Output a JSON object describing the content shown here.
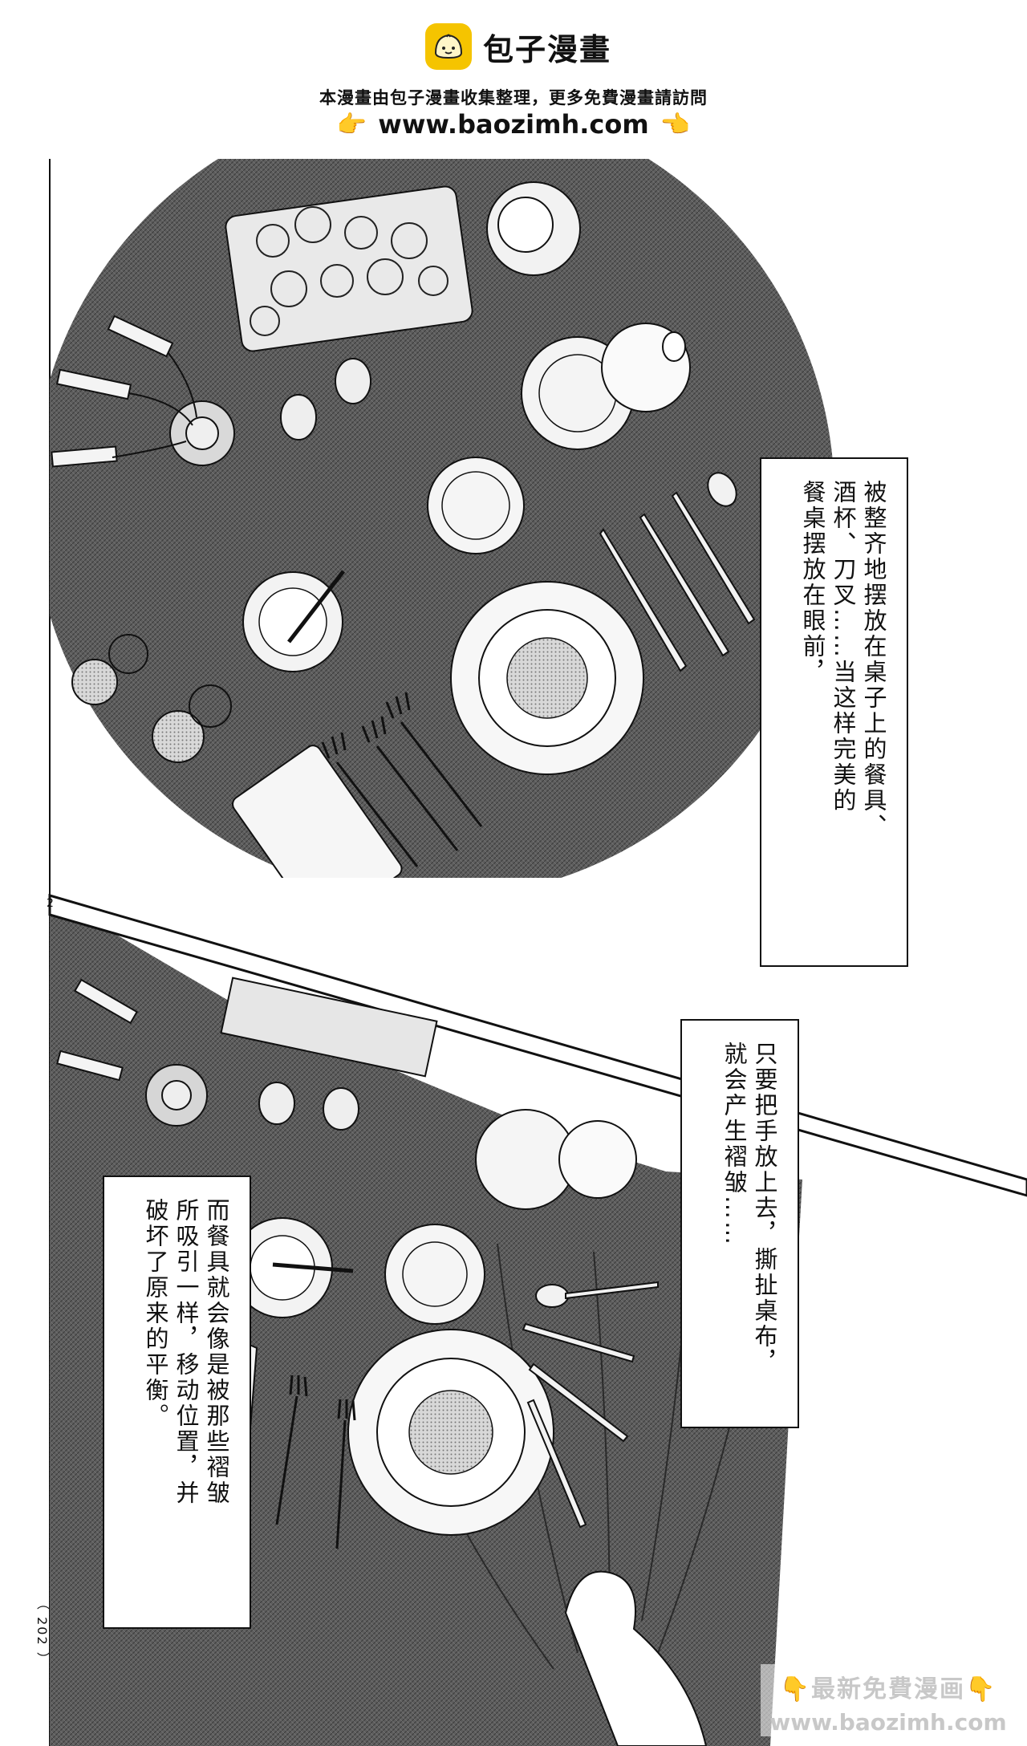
{
  "header": {
    "logo_title": "包子漫畫",
    "notice": "本漫畫由包子漫畫收集整理，更多免費漫畫請訪問",
    "url": "www.baozimh.com",
    "hand_left": "👉",
    "hand_right": "👈",
    "logo_icon": "bun-icon"
  },
  "captions": {
    "top": [
      "被整齐地摆放在桌子上的餐具、",
      "酒杯、刀叉……当这样完美的",
      "餐桌摆放在眼前，"
    ],
    "middle": [
      "只要把手放上去，撕扯桌布，",
      "就会产生褶皱……"
    ],
    "left": [
      "而餐具就会像是被那些褶皱",
      "所吸引一样，移动位置，并",
      "破坏了原来的平衡。"
    ]
  },
  "panel_number": "2",
  "page_number": "（ 202 ）",
  "watermark": {
    "line1": "最新免費漫画",
    "line2": "www.baozimh.com",
    "hand": "👇"
  },
  "colors": {
    "logo_yellow": "#f5c400",
    "table_gray": "#5a5a5a"
  }
}
